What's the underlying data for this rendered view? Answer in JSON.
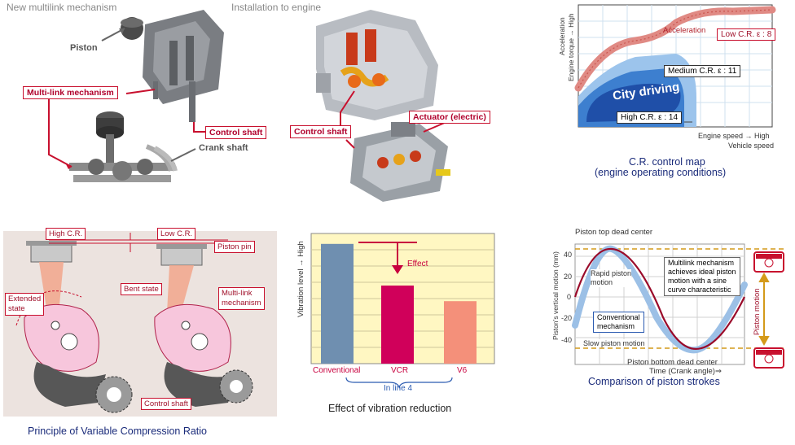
{
  "top_left": {
    "title": "New multilink mechanism",
    "piston": "Piston",
    "multi_link": "Multi-link mechanism",
    "control_shaft": "Control shaft",
    "crank_shaft": "Crank shaft"
  },
  "top_mid": {
    "title": "Installation to engine",
    "control_shaft": "Control shaft",
    "actuator": "Actuator (electric)"
  },
  "cr_map": {
    "y_label_1": "Acceleration",
    "y_label_2": "Engine torque → High",
    "x_label_1": "Engine speed → High",
    "x_label_2": "Vehicle speed",
    "acceleration": "Acceleration",
    "low_cr": "Low C.R. ε : 8",
    "medium_cr": "Medium C.R. ε : 11",
    "city_driving": "City driving",
    "high_cr": "High C.R. ε : 14",
    "caption_1": "C.R. control map",
    "caption_2": "(engine operating conditions)"
  },
  "principle": {
    "high_cr": "High C.R.",
    "low_cr": "Low C.R.",
    "piston_pin": "Piston pin",
    "extended_state_1": "Extended",
    "extended_state_2": "state",
    "bent_state": "Bent state",
    "multi_link_1": "Multi-link",
    "multi_link_2": "mechanism",
    "control_shaft": "Control shaft",
    "caption": "Principle of Variable Compression Ratio"
  },
  "vibration": {
    "y_label": "Vibration level → High",
    "effect": "Effect",
    "group_label": "In line 4",
    "caption": "Effect of vibration reduction",
    "chart_data": {
      "type": "bar",
      "categories": [
        "Conventional",
        "VCR",
        "V6"
      ],
      "values": [
        0.92,
        0.6,
        0.48
      ],
      "ylabel": "Vibration level → High",
      "colors": [
        "#6f8fb0",
        "#d0005a",
        "#f4907a"
      ]
    }
  },
  "strokes": {
    "top_dead": "Piston top dead center",
    "bottom_dead": "Piston bottom dead center",
    "x_label": "Time (Crank angle)⇒",
    "y_label": "Piston’s vertical motion (mm)",
    "rapid_1": "Rapid piston",
    "rapid_2": "motion",
    "multilink_1": "Multilink mechanism",
    "multilink_2": "achieves ideal piston",
    "multilink_3": "motion with a sine",
    "multilink_4": "curve characteristic",
    "conventional_1": "Conventional",
    "conventional_2": "mechanism",
    "slow": "Slow piston motion",
    "piston_motion": "Piston motion",
    "caption": "Comparison of piston strokes",
    "yticks": [
      "40",
      "20",
      "0",
      "-20",
      "-40"
    ]
  }
}
